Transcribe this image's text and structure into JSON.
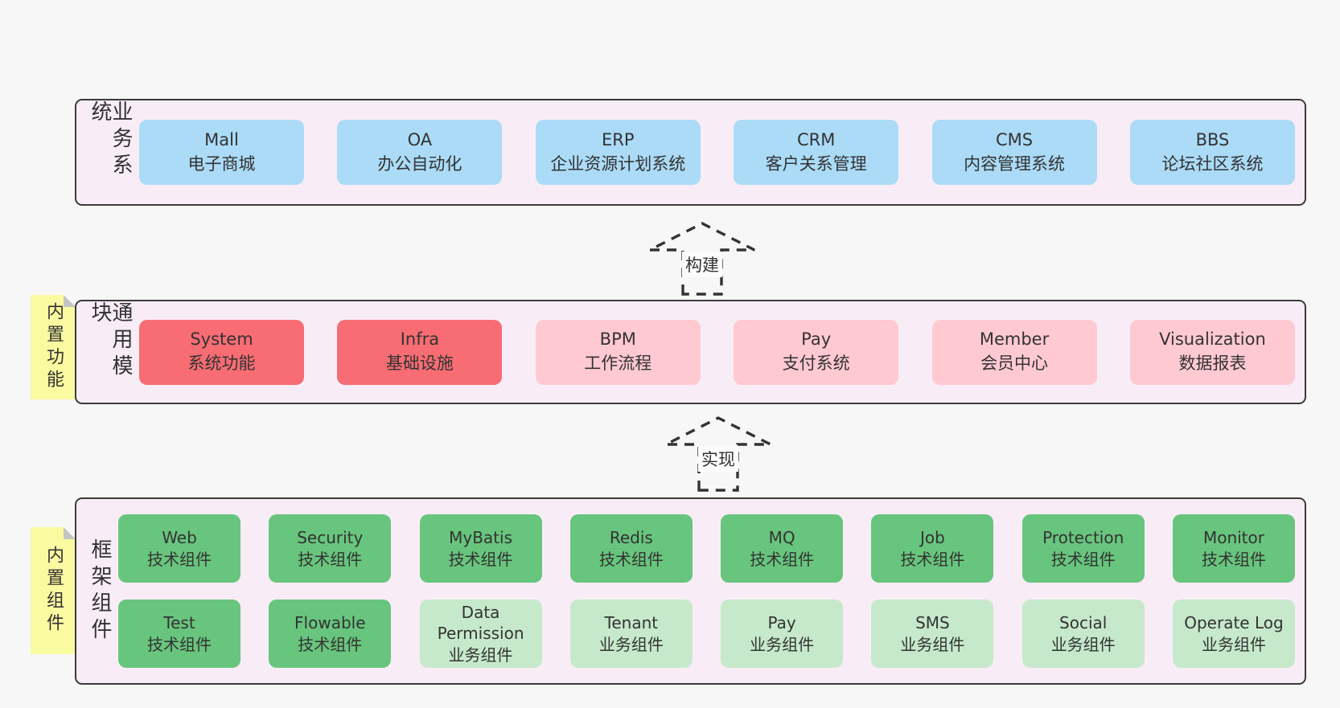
{
  "colors": {
    "page_bg": "#f7f7f7",
    "panel_bg": "#f8edf6",
    "panel_border": "#3b3b3b",
    "box_blue": "#abdbf7",
    "box_red": "#f76d73",
    "box_pink": "#ffc9d2",
    "box_green": "#68c57d",
    "box_light_green": "#c6e9cb",
    "sticky_yellow": "#fafaa1",
    "sticky_fold": "#c4c4c4",
    "text": "#333333"
  },
  "layer_business": {
    "title": "业务系统",
    "boxes": [
      {
        "name": "Mall",
        "desc": "电子商城"
      },
      {
        "name": "OA",
        "desc": "办公自动化"
      },
      {
        "name": "ERP",
        "desc": "企业资源计划系统"
      },
      {
        "name": "CRM",
        "desc": "客户关系管理"
      },
      {
        "name": "CMS",
        "desc": "内容管理系统"
      },
      {
        "name": "BBS",
        "desc": "论坛社区系统"
      }
    ]
  },
  "arrow_build": {
    "label": "构建"
  },
  "arrow_implement": {
    "label": "实现"
  },
  "layer_modules": {
    "title": "通用模块",
    "sticky_label": "内置功能",
    "boxes": [
      {
        "name": "System",
        "desc": "系统功能"
      },
      {
        "name": "Infra",
        "desc": "基础设施"
      },
      {
        "name": "BPM",
        "desc": "工作流程"
      },
      {
        "name": "Pay",
        "desc": "支付系统"
      },
      {
        "name": "Member",
        "desc": "会员中心"
      },
      {
        "name": "Visualization",
        "desc": "数据报表"
      }
    ]
  },
  "layer_components": {
    "title": "框架组件",
    "sticky_label": "内置组件",
    "row1": [
      {
        "name": "Web",
        "desc": "技术组件"
      },
      {
        "name": "Security",
        "desc": "技术组件"
      },
      {
        "name": "MyBatis",
        "desc": "技术组件"
      },
      {
        "name": "Redis",
        "desc": "技术组件"
      },
      {
        "name": "MQ",
        "desc": "技术组件"
      },
      {
        "name": "Job",
        "desc": "技术组件"
      },
      {
        "name": "Protection",
        "desc": "技术组件"
      },
      {
        "name": "Monitor",
        "desc": "技术组件"
      }
    ],
    "row2": [
      {
        "name": "Test",
        "desc": "技术组件"
      },
      {
        "name": "Flowable",
        "desc": "技术组件"
      },
      {
        "name": "Data Permission",
        "desc": "业务组件"
      },
      {
        "name": "Tenant",
        "desc": "业务组件"
      },
      {
        "name": "Pay",
        "desc": "业务组件"
      },
      {
        "name": "SMS",
        "desc": "业务组件"
      },
      {
        "name": "Social",
        "desc": "业务组件"
      },
      {
        "name": "Operate Log",
        "desc": "业务组件"
      }
    ]
  }
}
